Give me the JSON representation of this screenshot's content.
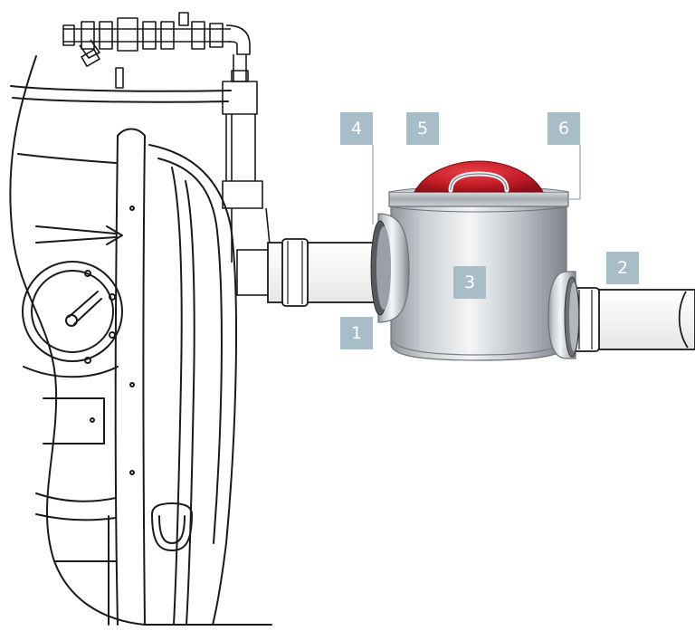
{
  "callouts": {
    "c1": "1",
    "c2": "2",
    "c3": "3",
    "c4": "4",
    "c5": "5",
    "c6": "6"
  },
  "colors": {
    "callout_bg": "#a7bdc8",
    "lid_red": "#c81e2a",
    "line": "#1a1a1a",
    "steel_light": "#e9ecef",
    "steel_dark": "#8d9399"
  }
}
